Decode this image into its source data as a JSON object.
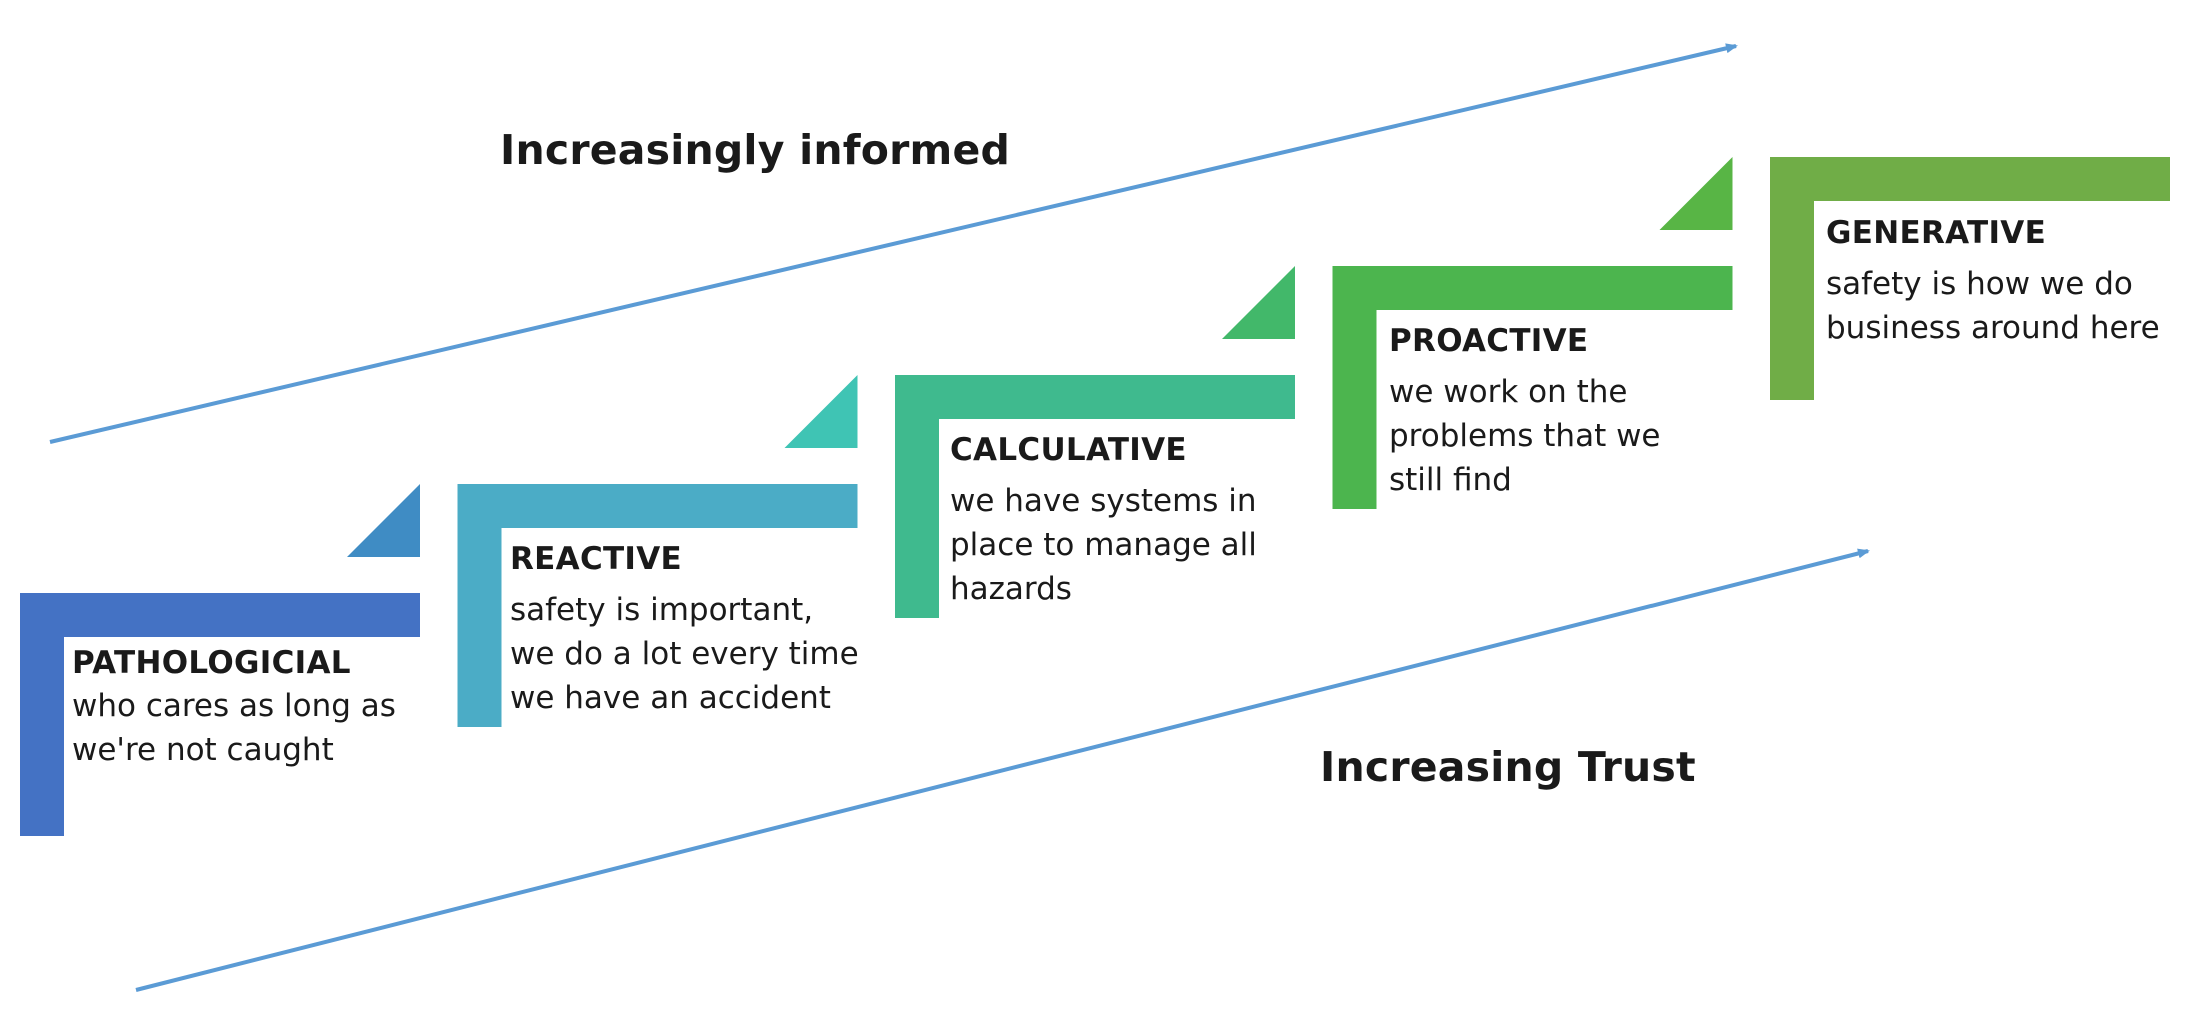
{
  "labels": {
    "top": "Increasingly informed",
    "bottom": "Increasing Trust"
  },
  "stages": [
    {
      "title": "PATHOLOGICIAL",
      "description": "who cares as long as we're not caught",
      "color": "#4472C4",
      "level": 1
    },
    {
      "title": "REACTIVE",
      "description": "safety is important, we do a lot every time we have an accident",
      "color": "#4BACC6",
      "level": 2
    },
    {
      "title": "CALCULATIVE",
      "description": "we have systems in place to manage all hazards",
      "color": "#3FBA8E",
      "level": 3
    },
    {
      "title": "PROACTIVE",
      "description": "we work on the problems that we still find",
      "color": "#4CB54E",
      "level": 4
    },
    {
      "title": "GENERATIVE",
      "description": "safety is how we do business around here",
      "color": "#70AD47",
      "level": 5
    }
  ],
  "triangle_colors": [
    "#3F8CC4",
    "#3FC4B4",
    "#42B86A",
    "#58B545"
  ],
  "arrow_color": "#5B9BD5"
}
